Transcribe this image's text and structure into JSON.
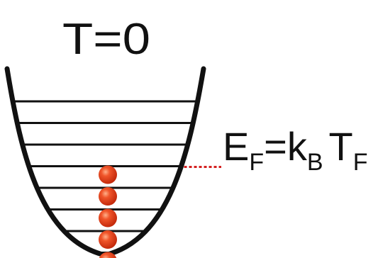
{
  "title": "T=0",
  "fermi_label": {
    "main": "E",
    "main_sub": "F",
    "equals": "=k",
    "k_sub": "B",
    "t": "T",
    "t_sub": "F"
  },
  "diagram": {
    "levels": 8,
    "filled_levels": 5,
    "particle_color": "#e8401c",
    "connector_color": "#d42020",
    "well_color": "#111111"
  }
}
